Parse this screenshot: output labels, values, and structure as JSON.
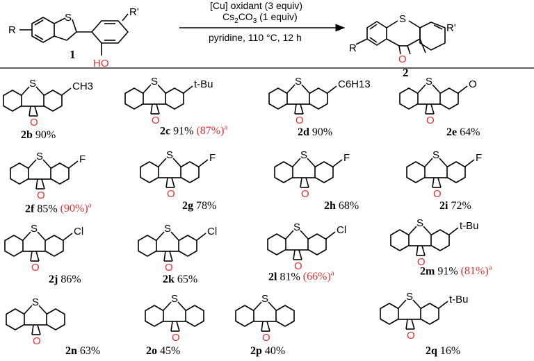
{
  "scheme": {
    "reactant_label": "1",
    "product_label": "2",
    "reactant_R": "R",
    "reactant_Rp": "R'",
    "reactant_S": "S",
    "reactant_OH": "HO",
    "product_R": "R",
    "product_Rp": "R'",
    "product_S": "S",
    "product_O": "O",
    "conditions": [
      "[Cu] oxidant (3 equiv)",
      "Cs2CO3 (1 equiv)",
      "pyridine, 110 °C, 12 h"
    ]
  },
  "compounds": [
    {
      "id": "2b",
      "yield": "90%",
      "alt": "",
      "sub": "CH3"
    },
    {
      "id": "2c",
      "yield": "91%",
      "alt": "(87%)",
      "alt_sup": "a",
      "sub": "t-Bu"
    },
    {
      "id": "2d",
      "yield": "90%",
      "alt": "",
      "sub": "C6H13"
    },
    {
      "id": "2e",
      "yield": "64%",
      "alt": "",
      "sub": "O"
    },
    {
      "id": "2f",
      "yield": "85%",
      "alt": "(90%)",
      "alt_sup": "a",
      "sub": "F"
    },
    {
      "id": "2g",
      "yield": "78%",
      "alt": "",
      "sub": "F"
    },
    {
      "id": "2h",
      "yield": "68%",
      "alt": "",
      "sub": "F"
    },
    {
      "id": "2i",
      "yield": "72%",
      "alt": "",
      "sub": "F"
    },
    {
      "id": "2j",
      "yield": "86%",
      "alt": "",
      "sub": "Cl"
    },
    {
      "id": "2k",
      "yield": "65%",
      "alt": "",
      "sub": "Cl"
    },
    {
      "id": "2l",
      "yield": "81%",
      "alt": "(66%)",
      "alt_sup": "a",
      "sub": "Cl"
    },
    {
      "id": "2m",
      "yield": "91%",
      "alt": "(81%)",
      "alt_sup": "a",
      "sub": "t-Bu"
    },
    {
      "id": "2n",
      "yield": "63%",
      "alt": ""
    },
    {
      "id": "2o",
      "yield": "45%",
      "alt": ""
    },
    {
      "id": "2p",
      "yield": "40%",
      "alt": ""
    },
    {
      "id": "2q",
      "yield": "16%",
      "alt": "",
      "sub": "t-Bu"
    }
  ],
  "colors": {
    "alt_yield": "#e03030",
    "text": "#000000"
  }
}
